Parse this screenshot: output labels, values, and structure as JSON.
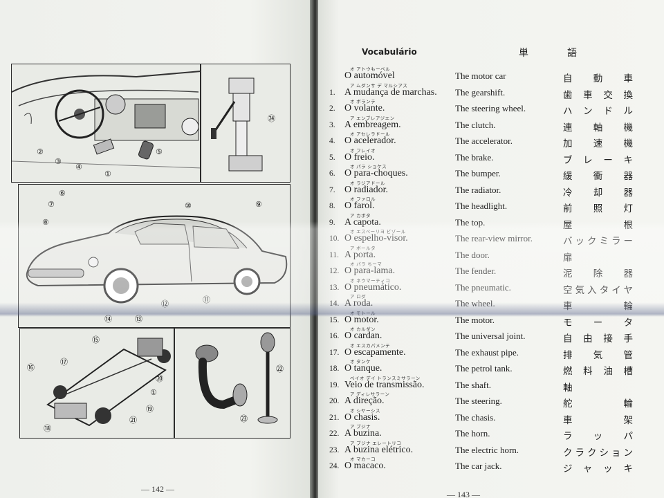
{
  "left_page": {
    "page_number": "— 142 —",
    "figure_callouts": [
      "①",
      "②",
      "③",
      "④",
      "⑤",
      "⑥",
      "⑦",
      "⑧",
      "⑨",
      "⑩",
      "⑪",
      "⑫",
      "⑬",
      "⑭",
      "⑮",
      "⑯",
      "⑰",
      "⑱",
      "⑲",
      "⑳",
      "㉑",
      "㉒",
      "㉓",
      "㉔"
    ]
  },
  "right_page": {
    "page_number": "— 143 —",
    "heading": "Vocabulário",
    "heading_jp_1": "単",
    "heading_jp_2": "語",
    "entries": [
      {
        "num": "",
        "ruby": "オ  アトウもーベル",
        "pt": "O automóvel",
        "en": "The motor car",
        "ja": "自動車"
      },
      {
        "num": "1.",
        "ruby": "ア  ムダンサ   デ   マルシアス",
        "pt": "A mudança de marchas.",
        "en": "The gearshift.",
        "ja": "歯車交換"
      },
      {
        "num": "2.",
        "ruby": "オ  ボランテ",
        "pt": "O volante.",
        "en": "The steering wheel.",
        "ja": "ハンドル"
      },
      {
        "num": "3.",
        "ruby": "ア  エンブレアジエン",
        "pt": "A embreagem.",
        "en": "The clutch.",
        "ja": "連軸機"
      },
      {
        "num": "4.",
        "ruby": "オ  アセレラドール",
        "pt": "O acelerador.",
        "en": "The accelerator.",
        "ja": "加速機"
      },
      {
        "num": "5.",
        "ruby": "オ  フレイオ",
        "pt": "O freio.",
        "en": "The brake.",
        "ja": "ブレーキ"
      },
      {
        "num": "6.",
        "ruby": "オ  パラ   ショケス",
        "pt": "O para-choques.",
        "en": "The bumper.",
        "ja": "緩衝器"
      },
      {
        "num": "7.",
        "ruby": "オ  ラジアドール",
        "pt": "O radiador.",
        "en": "The radiator.",
        "ja": "冷却器"
      },
      {
        "num": "8.",
        "ruby": "オ  ファロル",
        "pt": "O farol.",
        "en": "The headlight.",
        "ja": "前照灯"
      },
      {
        "num": "9.",
        "ruby": "ア  カボタ",
        "pt": "A capota.",
        "en": "The top.",
        "ja": "屋根"
      },
      {
        "num": "10.",
        "ruby": "オ  エスペーリヨ ビゾール",
        "pt": "O espelho-visor.",
        "en": "The rear-view mirror.",
        "ja": "バックミラー"
      },
      {
        "num": "11.",
        "ruby": "ア  ボールタ",
        "pt": "A porta.",
        "en": "The door.",
        "ja": "扉"
      },
      {
        "num": "12.",
        "ruby": "オ  パラ   ちーマ",
        "pt": "O para-lama.",
        "en": "The fender.",
        "ja": "泥除器"
      },
      {
        "num": "13.",
        "ruby": "オ  ネウマーチィコ",
        "pt": "O pneumático.",
        "en": "The pneumatic.",
        "ja": "空気入タイヤ"
      },
      {
        "num": "14.",
        "ruby": "ア  ロダ",
        "pt": "A roda.",
        "en": "The wheel.",
        "ja": "車輪"
      },
      {
        "num": "15.",
        "ruby": "オ  モトール",
        "pt": "O motor.",
        "en": "The motor.",
        "ja": "モータ"
      },
      {
        "num": "16.",
        "ruby": "オ  カルダン",
        "pt": "O cardan.",
        "en": "The universal joint.",
        "ja": "自由接手"
      },
      {
        "num": "17.",
        "ruby": "オ  エスカパメンテ",
        "pt": "O escapamente.",
        "en": "The exhaust pipe.",
        "ja": "排気管"
      },
      {
        "num": "18.",
        "ruby": "オ  タンケ",
        "pt": "O tanque.",
        "en": "The petrol tank.",
        "ja": "燃料油槽"
      },
      {
        "num": "19.",
        "ruby": "ベイオ   デイ   トランスミサラーン",
        "pt": "Veio de transmissão.",
        "en": "The shaft.",
        "ja": "軸"
      },
      {
        "num": "20.",
        "ruby": "ア  ディレサラーン",
        "pt": "A direção.",
        "en": "The steering.",
        "ja": "舵輪"
      },
      {
        "num": "21.",
        "ruby": "オ  シヤーシス",
        "pt": "O chasis.",
        "en": "The chasis.",
        "ja": "車架"
      },
      {
        "num": "22.",
        "ruby": "ア  ブジナ",
        "pt": "A buzina.",
        "en": "The horn.",
        "ja": "ラッパ"
      },
      {
        "num": "23.",
        "ruby": "ア  ブジナ    エレートリコ",
        "pt": "A buzina elétrico.",
        "en": "The electric horn.",
        "ja": "クラクション"
      },
      {
        "num": "24.",
        "ruby": "オ  マカーコ",
        "pt": "O macaco.",
        "en": "The car jack.",
        "ja": "ジャッキ"
      }
    ]
  }
}
